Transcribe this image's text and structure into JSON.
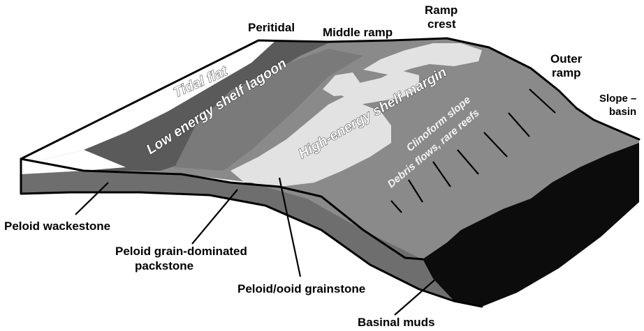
{
  "top_labels": {
    "peritidal": "Peritidal",
    "middle_ramp": "Middle ramp",
    "ramp_crest_line1": "Ramp",
    "ramp_crest_line2": "crest",
    "outer_ramp_line1": "Outer",
    "outer_ramp_line2": "ramp",
    "slope_basin_line1": "Slope –",
    "slope_basin_line2": "basin"
  },
  "zone_labels": {
    "tidal_flat": "Tidal flat",
    "low_energy_lagoon": "Low energy shelf lagoon",
    "high_energy_margin": "High-energy shelf margin",
    "clinoform_line1": "Clinoform slope",
    "clinoform_line2": "Debris flows, rare reefs"
  },
  "facies_labels": {
    "peloid_wackestone": "Peloid wackestone",
    "peloid_packstone_line1": "Peloid grain-dominated",
    "peloid_packstone_line2": "packstone",
    "peloid_ooid_grainstone": "Peloid/ooid grainstone",
    "basinal_muds": "Basinal muds"
  },
  "colors": {
    "tidal_flat": "#ffffff",
    "lagoon": "#5a5a5a",
    "margin_shoal": "#e2e2e2",
    "slope": "#8a8a8a",
    "basin": "#0c0c0c",
    "front_face": "#6e6e6e"
  }
}
